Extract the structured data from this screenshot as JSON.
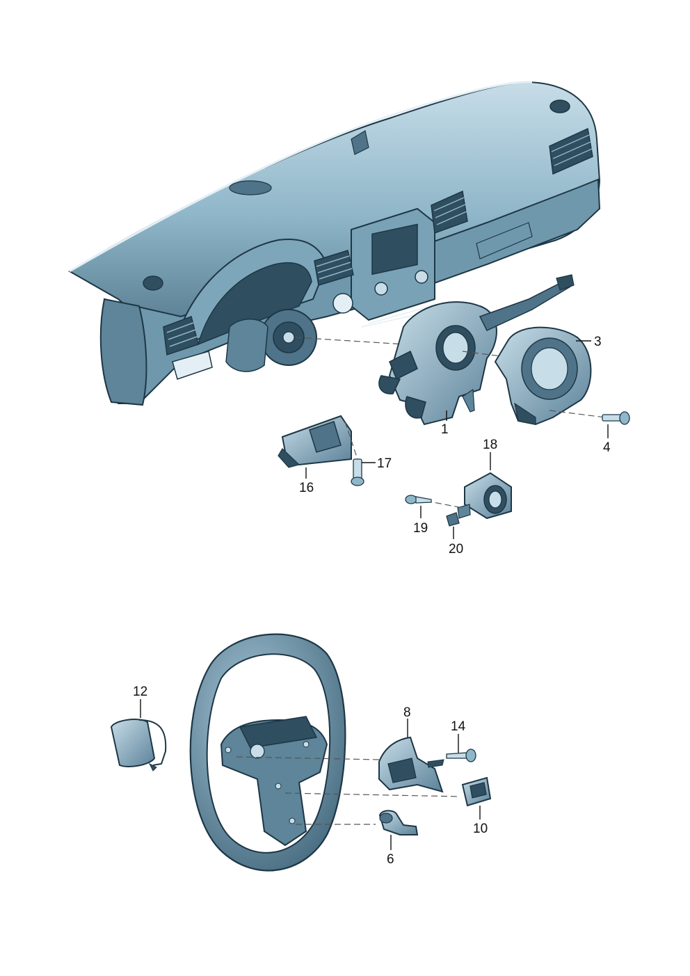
{
  "colors": {
    "part_fill": "#8fb6c9",
    "part_light": "#c7dde8",
    "part_dark": "#4f7388",
    "part_shadow": "#2f4e60",
    "outline": "#1d3644"
  },
  "callouts": {
    "c1": "1",
    "c3": "3",
    "c4": "4",
    "c6": "6",
    "c8": "8",
    "c10": "10",
    "c12": "12",
    "c14": "14",
    "c16": "16",
    "c17": "17",
    "c18": "18",
    "c19": "19",
    "c20": "20"
  }
}
